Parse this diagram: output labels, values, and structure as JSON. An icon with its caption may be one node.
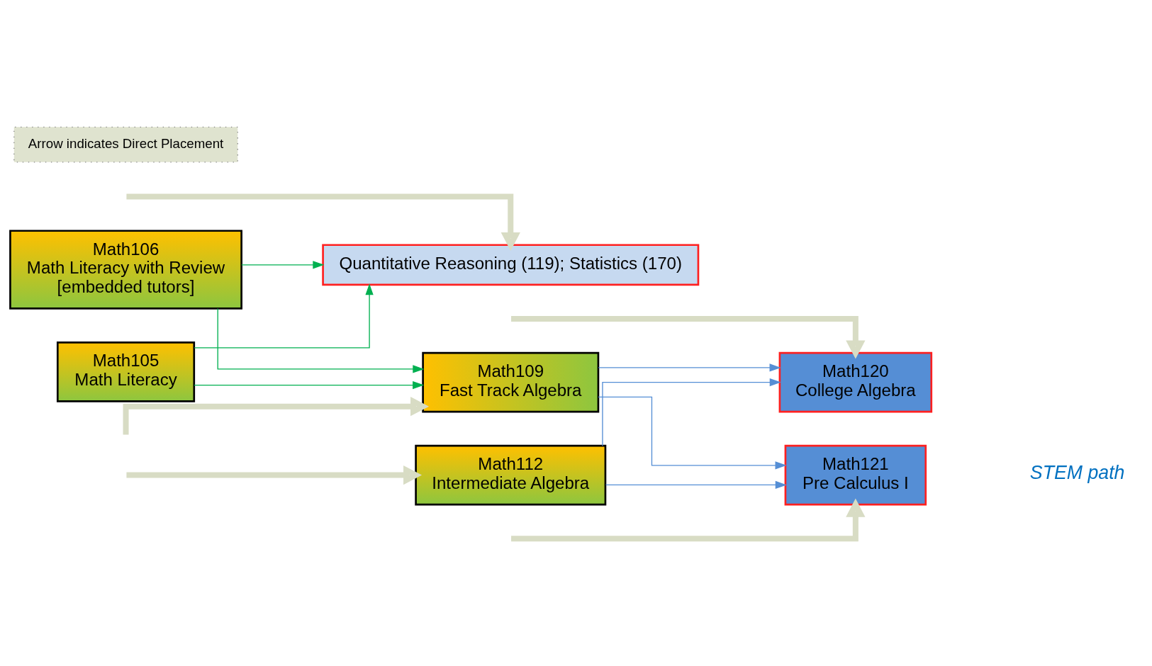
{
  "diagram": {
    "nodes": [
      {
        "text": [
          "Math105",
          "Math Literacy"
        ]
      },
      {
        "text": [
          "Math106",
          "Math Literacy with Review",
          "[embedded tutors]"
        ]
      },
      {
        "text": [
          "Quantitative Reasoning (119); Statistics (170)"
        ]
      },
      {
        "text": [
          "Math109",
          "Fast Track Algebra"
        ]
      },
      {
        "text": [
          "Math112",
          "Intermediate Algebra"
        ]
      },
      {
        "text": [
          "Math120",
          "College Algebra"
        ]
      },
      {
        "text": [
          "Math121",
          "Pre Calculus I"
        ]
      }
    ],
    "edges": [
      {
        "from": 0,
        "to": 2,
        "arrow": "to",
        "color": "#00b050"
      },
      {
        "from": 0,
        "to": 3,
        "arrow": "to",
        "color": "#00b050"
      },
      {
        "from": 1,
        "to": 2,
        "arrow": "to",
        "color": "#00b050"
      },
      {
        "from": 1,
        "to": 3,
        "arrow": "to",
        "color": "#00b050"
      },
      {
        "from": 3,
        "to": 5,
        "arrow": "to",
        "color": "#558ed5"
      },
      {
        "from": 3,
        "to": 6,
        "arrow": "to",
        "color": "#558ed5"
      },
      {
        "from": 4,
        "to": 5,
        "arrow": "to",
        "color": "#558ed5"
      },
      {
        "from": 4,
        "to": 6,
        "arrow": "to",
        "color": "#558ed5"
      },
      {
        "from": null,
        "to": 2,
        "arrow": "to",
        "style": "thick",
        "color": "#d8dcc4"
      },
      {
        "from": null,
        "to": 3,
        "arrow": "to",
        "style": "thick",
        "color": "#d8dcc4"
      },
      {
        "from": null,
        "to": 4,
        "arrow": "to",
        "style": "thick",
        "color": "#d8dcc4"
      },
      {
        "from": null,
        "to": 5,
        "arrow": "to",
        "style": "thick",
        "color": "#d8dcc4"
      },
      {
        "from": null,
        "to": 6,
        "arrow": "to",
        "style": "thick",
        "color": "#d8dcc4"
      }
    ],
    "labels": [
      "STEM path"
    ],
    "legend": [
      {
        "text": "Arrow indicates Direct Placement"
      }
    ]
  }
}
